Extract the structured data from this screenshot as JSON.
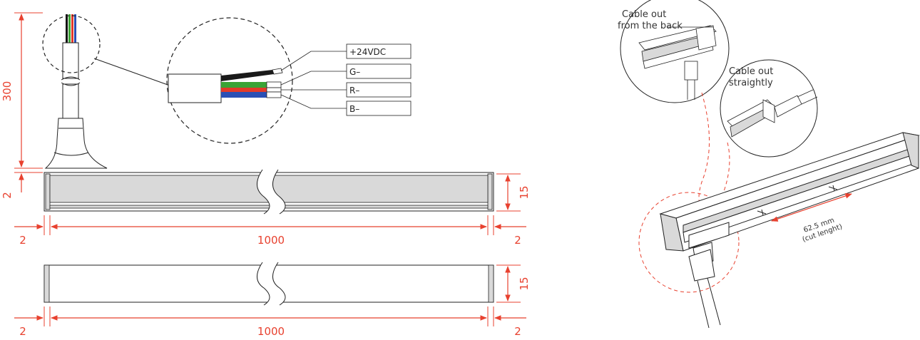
{
  "colors": {
    "dimension": "#e8412f",
    "profile_fill": "#d9d9d9",
    "outline": "#222222",
    "wire_black": "#1a1a1a",
    "wire_green": "#3aa335",
    "wire_red": "#e23a2a",
    "wire_blue": "#2a4fb5"
  },
  "dimensions": {
    "cable_length": "300",
    "profile_height_a": "15",
    "profile_height_b": "15",
    "endcap_offset": "2",
    "left_cap_a": "2",
    "right_cap_a": "2",
    "length_a": "1000",
    "left_cap_b": "2",
    "right_cap_b": "2",
    "length_b": "1000"
  },
  "wire_labels": [
    "+24VDC",
    "G–",
    "R–",
    "B–"
  ],
  "callouts": {
    "back_line1": "Cable out",
    "back_line2": "from the back",
    "straight_line1": "Cable out",
    "straight_line2": "straightly"
  },
  "cut": {
    "line1": "62.5 mm",
    "line2": "(cut lenght)"
  }
}
